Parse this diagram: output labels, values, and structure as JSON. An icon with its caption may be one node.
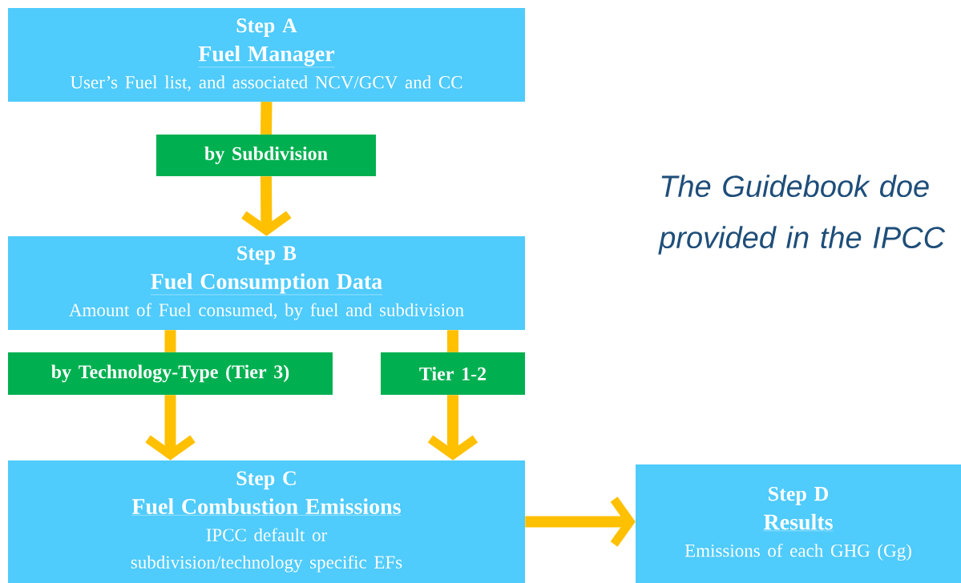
{
  "diagram": {
    "nodes": [
      {
        "text": [
          "Step A",
          "Fuel Manager",
          "User’s Fuel list, and associated NCV/GCV and CC"
        ]
      },
      {
        "text": [
          "by Subdivision"
        ]
      },
      {
        "text": [
          "Step B",
          "Fuel Consumption Data",
          "Amount of Fuel consumed, by fuel and subdivision"
        ]
      },
      {
        "text": [
          "by Technology-Type (Tier 3)"
        ]
      },
      {
        "text": [
          "Tier 1-2"
        ]
      },
      {
        "text": [
          "Step C",
          "Fuel Combustion Emissions",
          "IPCC default or subdivision/technology specific EFs"
        ]
      },
      {
        "text": [
          "Step D",
          "Results",
          "Emissions of each GHG (Gg)"
        ]
      }
    ],
    "edges": [
      {
        "from": 0,
        "to": 1,
        "arrow": "none"
      },
      {
        "from": 1,
        "to": 2,
        "arrow": "to"
      },
      {
        "from": 2,
        "to": 3,
        "arrow": "none"
      },
      {
        "from": 3,
        "to": 5,
        "arrow": "to"
      },
      {
        "from": 2,
        "to": 4,
        "arrow": "none"
      },
      {
        "from": 4,
        "to": 5,
        "arrow": "to"
      },
      {
        "from": 5,
        "to": 6,
        "arrow": "to"
      }
    ],
    "labels": [
      "The Guidebook doe provided in the IPCC"
    ]
  }
}
